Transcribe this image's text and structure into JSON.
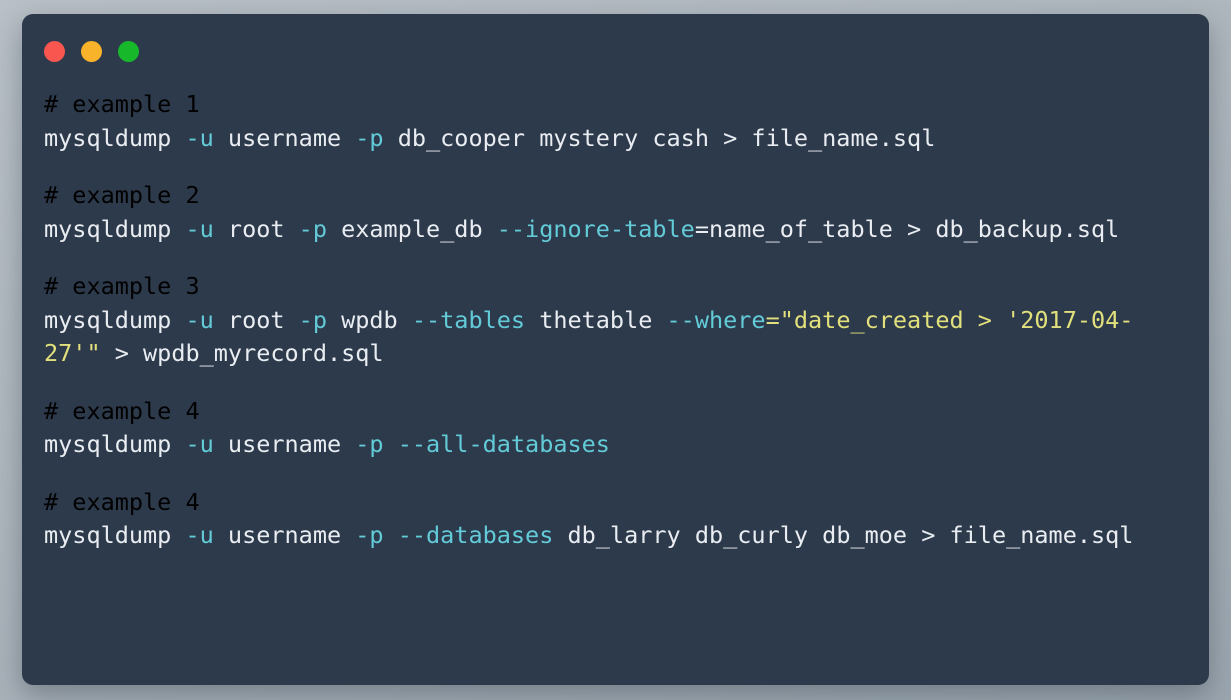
{
  "window": {
    "background_color": "#2d3a4b",
    "page_background_color": "#b0b8bf",
    "controls": [
      {
        "name": "close",
        "color": "#f9564f"
      },
      {
        "name": "minimize",
        "color": "#f9b32a"
      },
      {
        "name": "maximize",
        "color": "#17b92b"
      }
    ]
  },
  "theme": {
    "comment_color": "#7f9fc6",
    "plain_color": "#e9edf2",
    "flag_color": "#63cbd8",
    "string_color": "#e2e07c"
  },
  "code": {
    "language": "shell",
    "blocks": [
      {
        "comment": "# example 1",
        "command_plain": "mysqldump -u username -p db_cooper mystery cash > file_name.sql",
        "tokens": [
          {
            "t": "mysqldump ",
            "k": "plain"
          },
          {
            "t": "-u",
            "k": "flag"
          },
          {
            "t": " username ",
            "k": "plain"
          },
          {
            "t": "-p",
            "k": "flag"
          },
          {
            "t": " db_cooper mystery cash > file_name.sql",
            "k": "plain"
          }
        ]
      },
      {
        "comment": "# example 2",
        "command_plain": "mysqldump -u root -p example_db --ignore-table=name_of_table > db_backup.sql",
        "tokens": [
          {
            "t": "mysqldump ",
            "k": "plain"
          },
          {
            "t": "-u",
            "k": "flag"
          },
          {
            "t": " root ",
            "k": "plain"
          },
          {
            "t": "-p",
            "k": "flag"
          },
          {
            "t": " example_db ",
            "k": "plain"
          },
          {
            "t": "--ignore-table",
            "k": "flag"
          },
          {
            "t": "=name_of_table > db_backup.sql",
            "k": "plain"
          }
        ]
      },
      {
        "comment": "# example 3",
        "command_plain": "mysqldump -u root -p wpdb --tables thetable --where=\"date_created > '2017-04-27'\" > wpdb_myrecord.sql",
        "tokens": [
          {
            "t": "mysqldump ",
            "k": "plain"
          },
          {
            "t": "-u",
            "k": "flag"
          },
          {
            "t": " root ",
            "k": "plain"
          },
          {
            "t": "-p",
            "k": "flag"
          },
          {
            "t": " wpdb ",
            "k": "plain"
          },
          {
            "t": "--tables",
            "k": "flag"
          },
          {
            "t": " thetable ",
            "k": "plain"
          },
          {
            "t": "--where",
            "k": "flag"
          },
          {
            "t": "=\"date_created > '2017-04-27'\"",
            "k": "string"
          },
          {
            "t": " > wpdb_myrecord.sql",
            "k": "plain"
          }
        ]
      },
      {
        "comment": "# example 4",
        "command_plain": "mysqldump -u username -p --all-databases",
        "tokens": [
          {
            "t": "mysqldump ",
            "k": "plain"
          },
          {
            "t": "-u",
            "k": "flag"
          },
          {
            "t": " username ",
            "k": "plain"
          },
          {
            "t": "-p",
            "k": "flag"
          },
          {
            "t": " ",
            "k": "plain"
          },
          {
            "t": "--all-databases",
            "k": "flag"
          }
        ]
      },
      {
        "comment": "# example 4",
        "command_plain": "mysqldump -u username -p --databases db_larry db_curly db_moe > file_name.sql",
        "tokens": [
          {
            "t": "mysqldump ",
            "k": "plain"
          },
          {
            "t": "-u",
            "k": "flag"
          },
          {
            "t": " username ",
            "k": "plain"
          },
          {
            "t": "-p",
            "k": "flag"
          },
          {
            "t": " ",
            "k": "plain"
          },
          {
            "t": "--databases",
            "k": "flag"
          },
          {
            "t": " db_larry db_curly db_moe > file_name.sql",
            "k": "plain"
          }
        ]
      }
    ]
  }
}
